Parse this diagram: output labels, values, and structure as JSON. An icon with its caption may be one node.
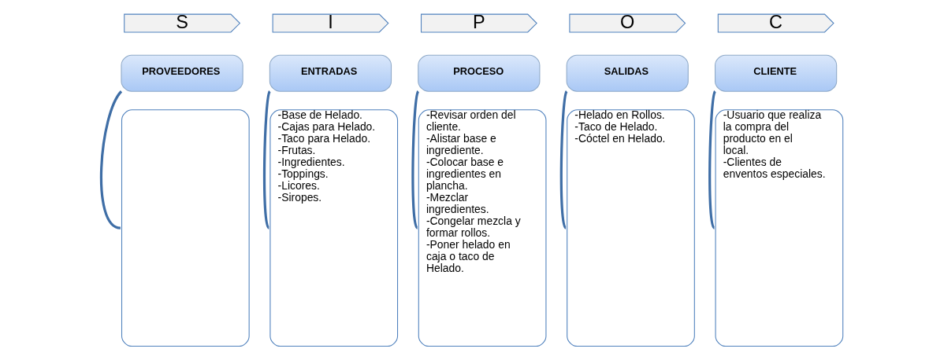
{
  "diagram": {
    "nodes": [
      {
        "text": [
          "S"
        ]
      },
      {
        "text": [
          "PROVEEDORES"
        ]
      },
      {
        "text": [],
        "shape": "box"
      },
      {
        "text": [
          "I"
        ]
      },
      {
        "text": [
          "ENTRADAS"
        ]
      },
      {
        "text": [
          "-Base de Helado.",
          "-Cajas para Helado.",
          "-Taco para Helado.",
          "-Frutas.",
          "-Ingredientes.",
          "-Toppings.",
          "-Licores.",
          "-Siropes."
        ]
      },
      {
        "text": [
          "P"
        ]
      },
      {
        "text": [
          "PROCESO"
        ]
      },
      {
        "text": [
          "-Revisar orden del cliente.",
          "-Alistar base e ingrediente.",
          "-Colocar base e ingredientes en plancha.",
          "-Mezclar ingredientes.",
          "-Congelar mezcla y formar rollos.",
          "-Poner helado en caja o taco de Helado."
        ]
      },
      {
        "text": [
          "O"
        ]
      },
      {
        "text": [
          "SALIDAS"
        ]
      },
      {
        "text": [
          "-Helado en Rollos.",
          "-Taco de Helado.",
          "-Cóctel en Helado."
        ]
      },
      {
        "text": [
          "C"
        ]
      },
      {
        "text": [
          "CLIENTE"
        ]
      },
      {
        "text": [
          "-Usuario que realiza la compra del producto en el local.",
          "-Clientes de enventos especiales."
        ]
      }
    ],
    "edges": [
      {
        "from": 1,
        "to": 2,
        "arrow": "none"
      },
      {
        "from": 4,
        "to": 5,
        "arrow": "none"
      },
      {
        "from": 7,
        "to": 8,
        "arrow": "none"
      },
      {
        "from": 10,
        "to": 11,
        "arrow": "none"
      },
      {
        "from": 13,
        "to": 14,
        "arrow": "none"
      }
    ]
  }
}
